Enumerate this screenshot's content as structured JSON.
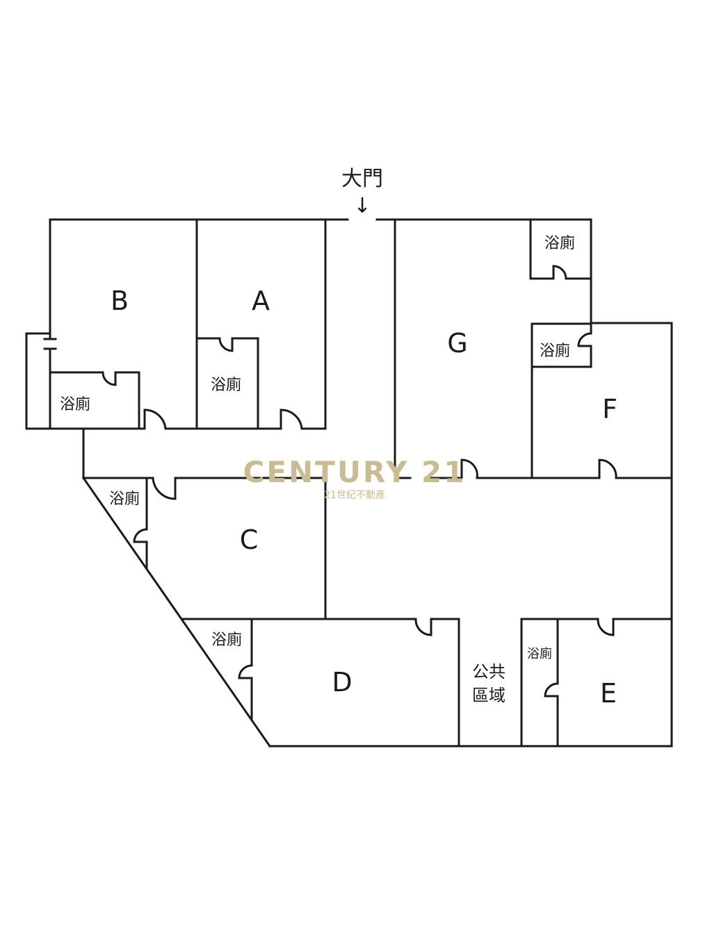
{
  "entrance": {
    "label": "大門",
    "arrow": "↓"
  },
  "rooms": {
    "a": "A",
    "b": "B",
    "c": "C",
    "d": "D",
    "e": "E",
    "f": "F",
    "g": "G"
  },
  "bathrooms": {
    "a": "浴廁",
    "b": "浴廁",
    "c": "浴廁",
    "d": "浴廁",
    "e": "浴廁",
    "f": "浴廁",
    "g": "浴廁"
  },
  "public_area": {
    "line1": "公共",
    "line2": "區域"
  },
  "watermark": {
    "brand": "CENTURY 21",
    "sub": "21世紀不動產",
    "color": "#c9bb93"
  }
}
